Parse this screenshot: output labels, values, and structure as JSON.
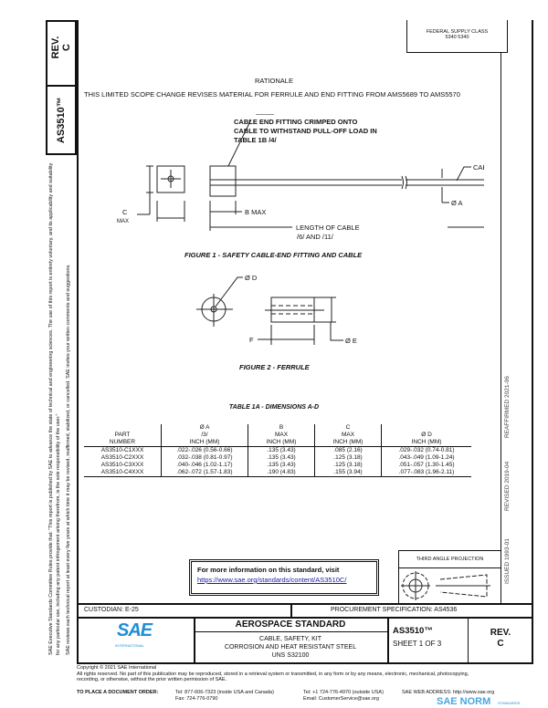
{
  "side": {
    "rev_label": "REV.",
    "rev": "C",
    "doc": "AS3510™",
    "notice_1": "SAE Executive Standards Committee Rules provide that: \"This report is published by SAE to advance the state of technical and engineering sciences. The use of this report is entirely voluntary, and its applicability and suitability for any particular use, including any patent infringement arising therefrom, is the sole responsibility of the user.\"",
    "notice_2": "SAE reviews each technical report at least every five years at which time it may be revised, reaffirmed, stabilized, or cancelled. SAE invites your written comments and suggestions."
  },
  "top_box": {
    "line1": "FEDERAL SUPPLY CLASS",
    "line2": "5340   5340"
  },
  "rationale": {
    "title": "RATIONALE",
    "text": "THIS LIMITED SCOPE CHANGE REVISES MATERIAL FOR FERRULE AND END FITTING FROM AMS5689 TO AMS5570"
  },
  "figure1": {
    "note": [
      "CABLE END FITTING CRIMPED ONTO",
      "CABLE TO WITHSTAND PULL-OFF LOAD IN",
      "TABLE 1B /4/"
    ],
    "cable": "CABLE",
    "dia_a": "Ø A",
    "b_max": "B MAX",
    "c": "C",
    "max": "MAX",
    "length": "LENGTH OF CABLE",
    "length_ref": "/6/ AND /11/",
    "caption": "FIGURE 1 - SAFETY CABLE-END FITTING AND CABLE"
  },
  "figure2": {
    "dia_d": "Ø D",
    "dia_e": "Ø E",
    "f": "F",
    "caption": "FIGURE 2 - FERRULE"
  },
  "table": {
    "title": "TABLE 1A - DIMENSIONS A-D",
    "headers": [
      [
        "PART",
        "NUMBER"
      ],
      [
        "Ø A",
        "/3/",
        "INCH (MM)"
      ],
      [
        "B",
        "MAX",
        "INCH (MM)"
      ],
      [
        "C",
        "MAX",
        "INCH (MM)"
      ],
      [
        "Ø D",
        "INCH (MM)"
      ]
    ],
    "rows": [
      [
        "AS3510-C1XXX",
        ".022-.026 (0.56-0.66)",
        ".135 (3.43)",
        ".085 (2.16)",
        ".029-.032 (0.74-0.81)"
      ],
      [
        "AS3510-C2XXX",
        ".032-.038 (0.81-0.97)",
        ".135 (3.43)",
        ".125 (3.18)",
        ".043-.049 (1.09-1.24)"
      ],
      [
        "AS3510-C3XXX",
        ".040-.046 (1.02-1.17)",
        ".135 (3.43)",
        ".125 (3.18)",
        ".051-.057 (1.30-1.45)"
      ],
      [
        "AS3510-C4XXX",
        ".062-.072 (1.57-1.83)",
        ".190 (4.83)",
        ".155 (3.94)",
        ".077-.083 (1.96-2.11)"
      ]
    ]
  },
  "right_strip": {
    "issued": "ISSUED 1993-01",
    "revised": "REVISED 2019-04",
    "reaffirmed": "REAFFIRMED 2021-06"
  },
  "info": {
    "text": "For more information on this standard, visit",
    "link": "https://www.sae.org/standards/content/AS3510C/"
  },
  "projection": {
    "label": "THIRD ANGLE PROJECTION"
  },
  "title_block": {
    "custodian": "CUSTODIAN: E-25",
    "procurement": "PROCUREMENT SPECIFICATION: AS4536",
    "logo": "SAE",
    "logo_sub": "INTERNATIONAL",
    "heading": "AEROSPACE STANDARD",
    "title": [
      "CABLE, SAFETY, KIT",
      "CORROSION AND HEAT RESISTANT STEEL",
      "UNS S32100"
    ],
    "doc": "AS3510™",
    "sheet": "SHEET 1 OF 3",
    "rev_label": "REV.",
    "rev": "C"
  },
  "footer": {
    "copyright": "Copyright © 2021 SAE International",
    "rights": "All rights reserved. No part of this publication may be reproduced, stored in a retrieval system or transmitted, in any form or by any means, electronic, mechanical, photocopying,",
    "rights2": "recording, or otherwise, without the prior written permission of SAE.",
    "order": "TO PLACE A DOCUMENT ORDER:",
    "tel1": "Tel: 877-606-7323 (inside USA and Canada)",
    "fax": "Fax: 724-776-0790",
    "tel2": "Tel: +1 724-776-4970 (outside USA)",
    "email": "Email: CustomerService@sae.org",
    "web": "SAE WEB ADDRESS: http://www.sae.org"
  },
  "watermark": {
    "text": "SAE NORM",
    "sub": "STANDARDS"
  },
  "colors": {
    "sae_blue": "#1e8fd6",
    "link": "#1a1aa0"
  }
}
